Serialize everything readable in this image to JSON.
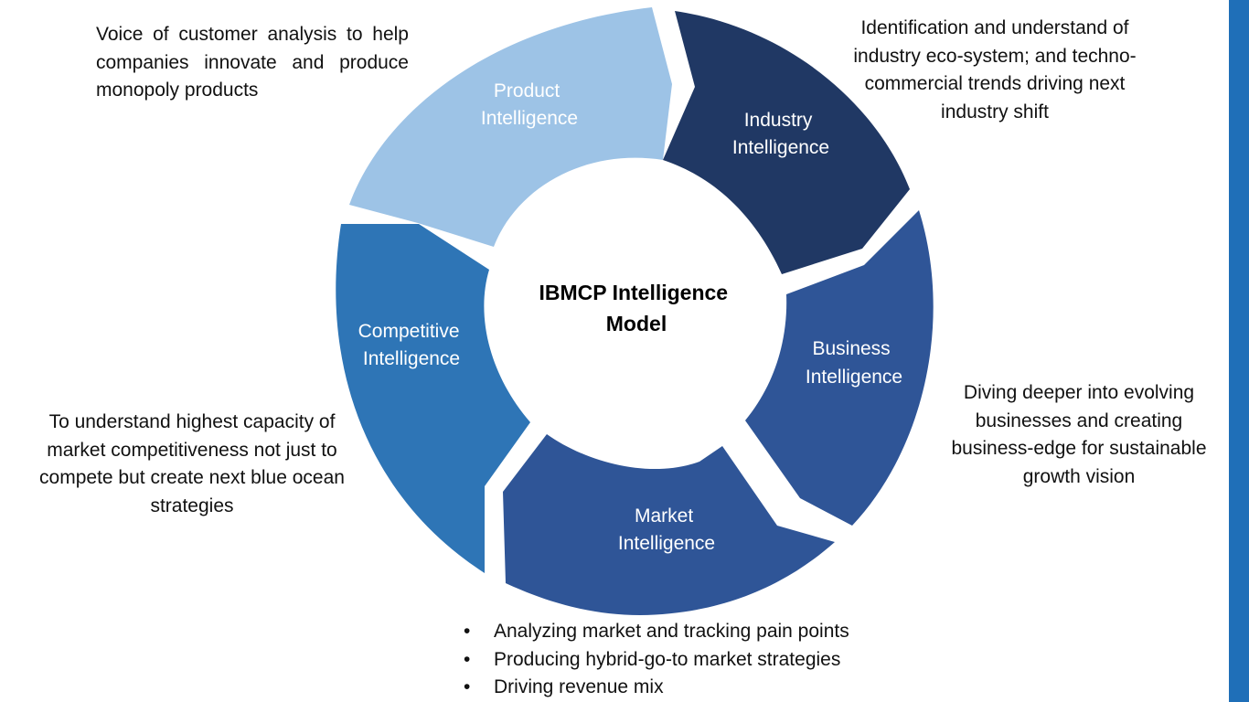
{
  "center": {
    "lines": [
      "IBMCP Intelligence",
      "Model"
    ]
  },
  "segments": [
    {
      "id": "product",
      "lines": [
        "Product",
        "Intelligence"
      ],
      "color": "#9DC3E6",
      "text_color": "#1f1f1f",
      "description": "Voice of customer analysis to help companies innovate and produce monopoly products"
    },
    {
      "id": "industry",
      "lines": [
        "Industry",
        "Intelligence"
      ],
      "color": "#203864",
      "text_color": "#ffffff",
      "description": "Identification and understand of industry eco-system; and techno-commercial trends driving next industry shift"
    },
    {
      "id": "business",
      "lines": [
        "Business",
        "Intelligence"
      ],
      "color": "#2F5597",
      "text_color": "#ffffff",
      "description": "Diving deeper into evolving businesses and creating business-edge for sustainable growth vision"
    },
    {
      "id": "market",
      "lines": [
        "Market",
        "Intelligence"
      ],
      "color": "#2F5597",
      "text_color": "#ffffff",
      "bullets": [
        "Analyzing market and tracking pain points",
        "Producing hybrid-go-to market strategies",
        "Driving revenue mix"
      ]
    },
    {
      "id": "competitive",
      "lines": [
        "Competitive",
        "Intelligence"
      ],
      "color": "#2E75B6",
      "text_color": "#ffffff",
      "description": "To understand highest capacity of market competitiveness not just to compete but create next blue ocean strategies"
    }
  ],
  "colors": {
    "right_bar": "#1F6FB8"
  }
}
